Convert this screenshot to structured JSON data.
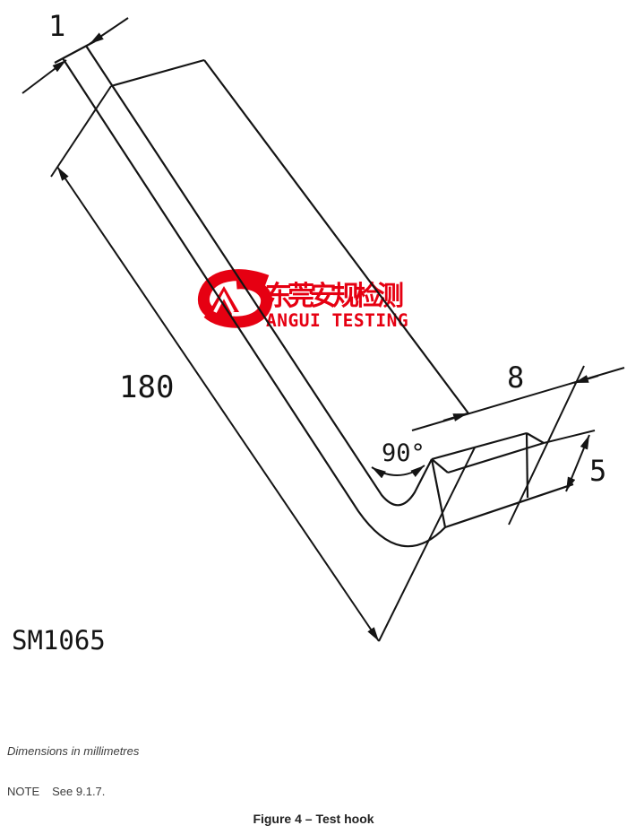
{
  "drawing": {
    "dim_thickness": "1",
    "dim_length": "180",
    "dim_angle": "90°",
    "dim_width": "8",
    "dim_height": "5",
    "part_number": "SM1065",
    "line_color": "#141414"
  },
  "watermark": {
    "logo_cn": "东莞安规检测",
    "logo_en": "ANGUI TESTING",
    "color": "#e60012"
  },
  "footer": {
    "dimensions_note": "Dimensions in millimetres",
    "note_label": "NOTE",
    "note_text": "See 9.1.7.",
    "caption": "Figure 4 – Test hook"
  }
}
